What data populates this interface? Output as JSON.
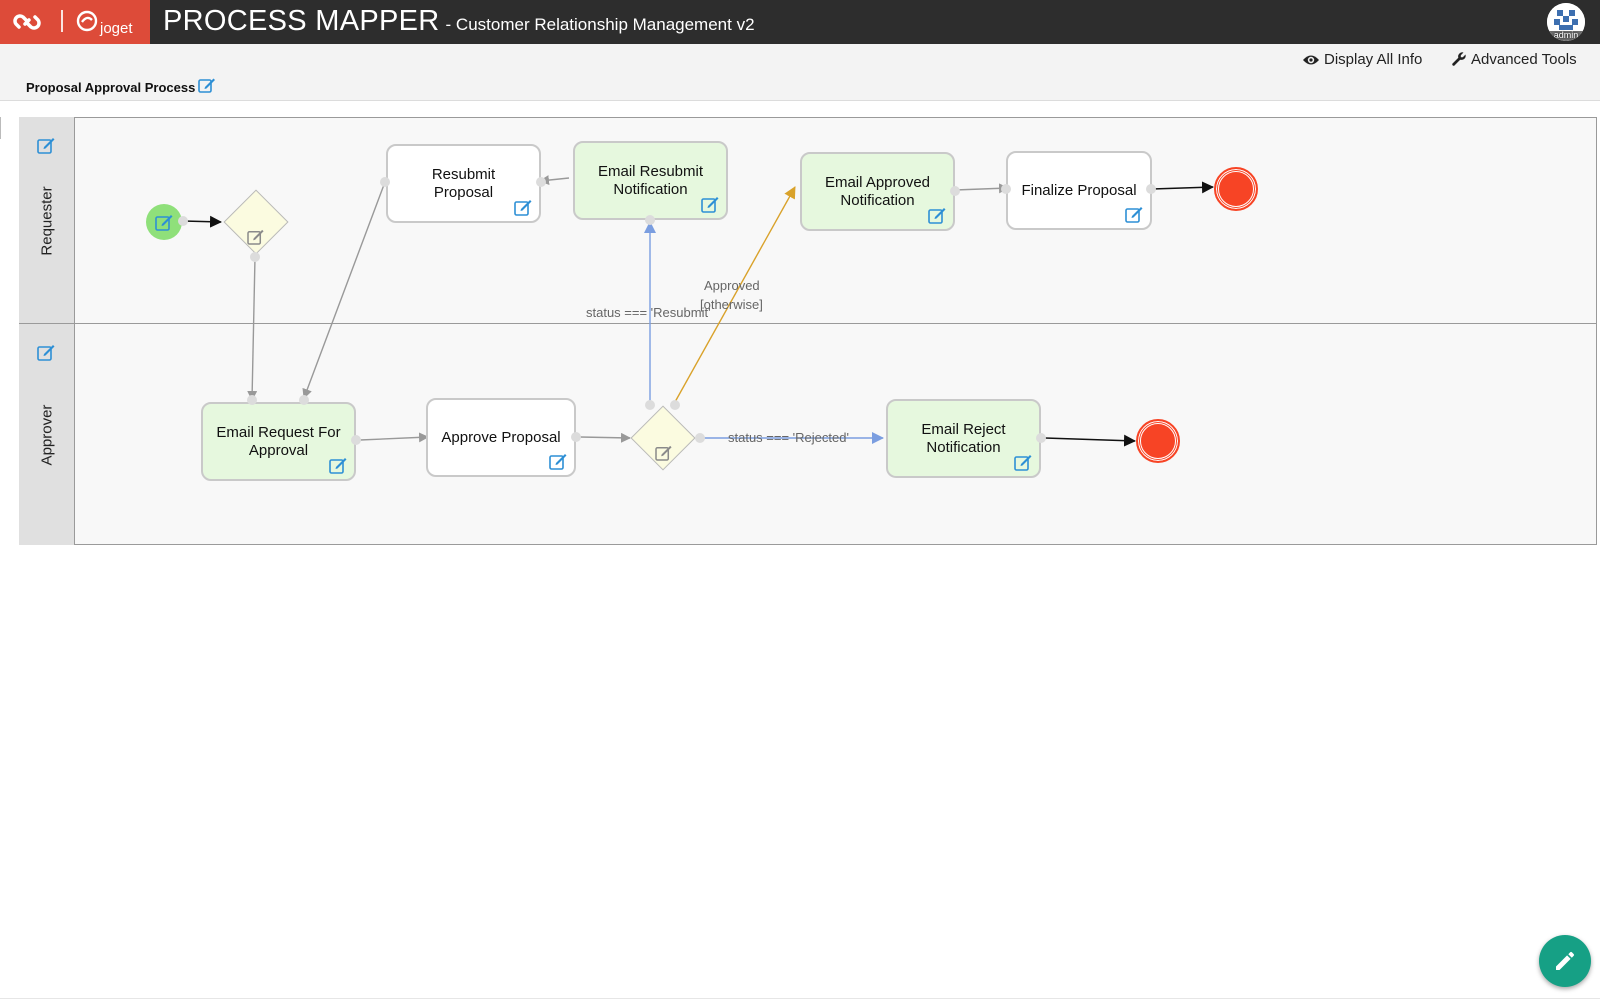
{
  "header": {
    "brand_text": "joget",
    "title": "PROCESS MAPPER",
    "subtitle": "- Customer Relationship Management v2",
    "user": "admin",
    "colors": {
      "bar": "#2d2d2d",
      "brand": "#dd4b39"
    }
  },
  "toolbar": {
    "display_all": "Display All Info",
    "advanced_tools": "Advanced Tools"
  },
  "process": {
    "name": "Proposal Approval Process"
  },
  "lanes": [
    {
      "label": "Requester"
    },
    {
      "label": "Approver"
    }
  ],
  "nodes": {
    "resubmit_proposal": "Resubmit\nProposal",
    "email_resubmit": "Email Resubmit\nNotification",
    "email_approved": "Email Approved\nNotification",
    "finalize": "Finalize Proposal",
    "email_request": "Email Request For\nApproval",
    "approve_proposal": "Approve Proposal",
    "email_reject": "Email Reject\nNotification"
  },
  "conditions": {
    "resubmit": "status === 'Resubmit'",
    "approved": "Approved",
    "otherwise": "[otherwise]",
    "rejected": "status === 'Rejected'"
  },
  "colors": {
    "activity_green": "#e6f8de",
    "start_event": "#8fe07a",
    "end_event": "#f74425",
    "edit_icon": "#2d8fd5",
    "fab": "#16a085",
    "flow_blue": "#7b9ee0",
    "flow_orange": "#d9a22a"
  }
}
